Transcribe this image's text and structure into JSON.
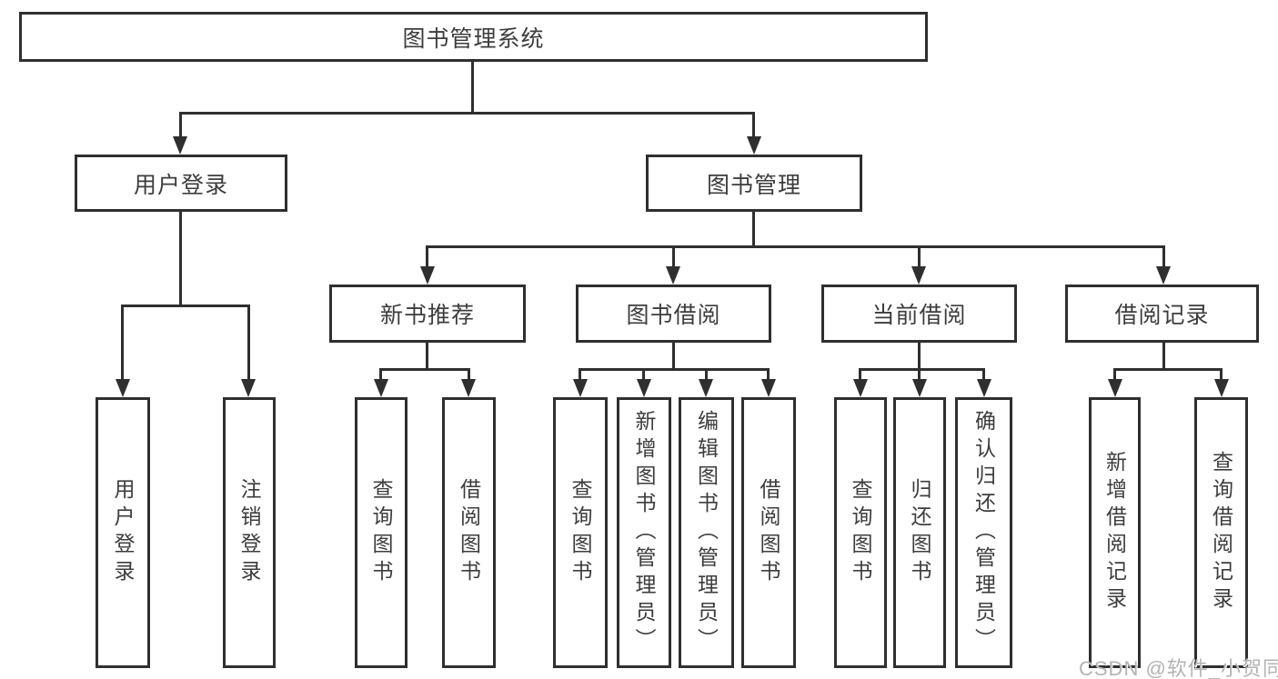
{
  "colors": {
    "line": "#2f2f2f",
    "text": "#3d3d3d",
    "watermark": "#b3b3b3",
    "background": "#ffffff"
  },
  "tree": {
    "root": {
      "label": "图书管理系统",
      "children": [
        {
          "label": "用户登录",
          "children": [
            {
              "label": "用户登录"
            },
            {
              "label": "注销登录"
            }
          ]
        },
        {
          "label": "图书管理",
          "children": [
            {
              "label": "新书推荐",
              "children": [
                {
                  "label": "查询图书"
                },
                {
                  "label": "借阅图书"
                }
              ]
            },
            {
              "label": "图书借阅",
              "children": [
                {
                  "label": "查询图书"
                },
                {
                  "label": "新增图书（管理员）"
                },
                {
                  "label": "编辑图书（管理员）"
                },
                {
                  "label": "借阅图书"
                }
              ]
            },
            {
              "label": "当前借阅",
              "children": [
                {
                  "label": "查询图书"
                },
                {
                  "label": "归还图书"
                },
                {
                  "label": "确认归还（管理员）"
                }
              ]
            },
            {
              "label": "借阅记录",
              "children": [
                {
                  "label": "新增借阅记录"
                },
                {
                  "label": "查询借阅记录"
                }
              ]
            }
          ]
        }
      ]
    }
  },
  "watermark": {
    "text": "CSDN @软件_小贺同学"
  }
}
